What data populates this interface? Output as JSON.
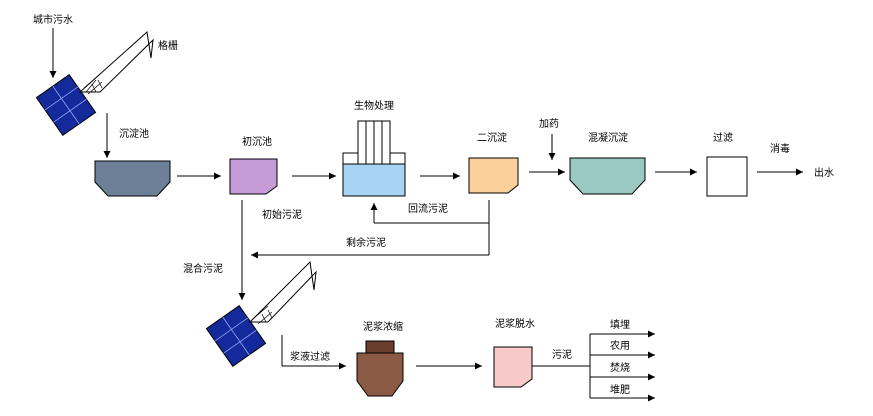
{
  "labels": {
    "city_sewage": "城市污水",
    "screen": "格栅",
    "grit_chamber": "沉淀池",
    "primary_clarifier": "初沉池",
    "bio_treatment": "生物处理",
    "secondary_clarifier": "二沉淀",
    "dosing": "加药",
    "coag_sedimentation": "混凝沉淀",
    "filtration": "过滤",
    "disinfection": "消毒",
    "effluent": "出水",
    "primary_sludge": "初始污泥",
    "return_sludge": "回流污泥",
    "excess_sludge": "剩余污泥",
    "mixed_sludge": "混合污泥",
    "slurry_filtration": "浆液过滤",
    "sludge_thickening": "泥浆浓缩",
    "sludge_dewatering": "泥浆脱水",
    "sludge": "污泥",
    "landfill": "填埋",
    "agriculture": "农用",
    "incineration": "焚烧",
    "compost": "堆肥"
  },
  "colors": {
    "grit_chamber": "#6e7f98",
    "primary_clarifier": "#c79ad8",
    "bio_tank": "#a7d3f4",
    "secondary_clarifier": "#fbd09a",
    "coag_tank": "#99c9c0",
    "thickener": "#8a5a44",
    "thickener_top": "#6a3e2c",
    "dewatering": "#f7c9c9",
    "screen_box": "#142a9a"
  }
}
